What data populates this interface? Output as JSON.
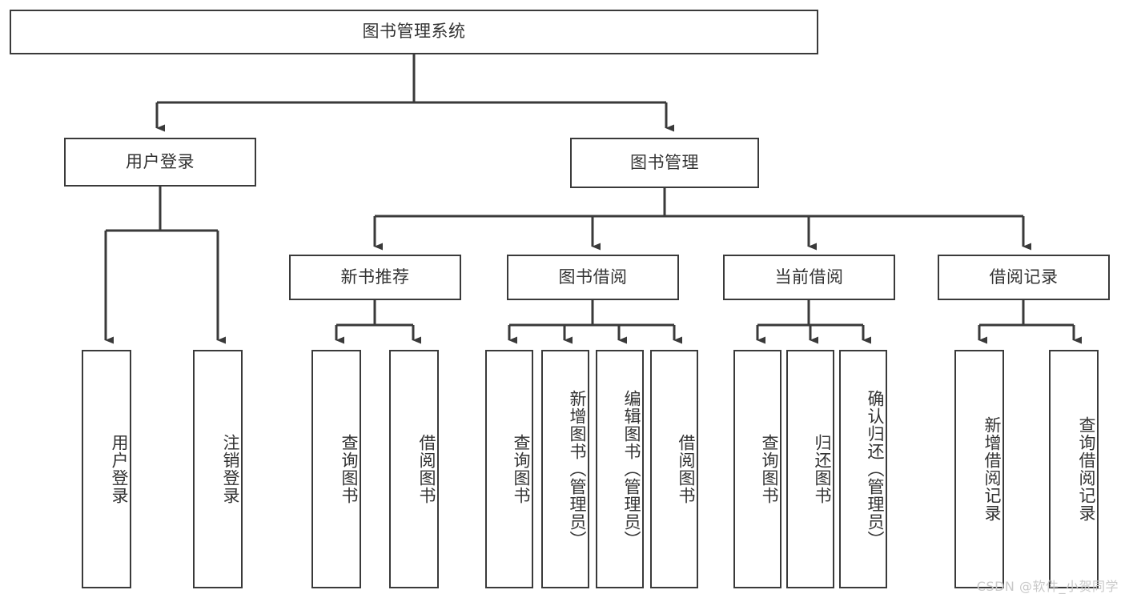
{
  "diagram": {
    "title": "图书管理系统",
    "type": "tree",
    "root": {
      "id": "root",
      "label": "图书管理系统"
    },
    "level1": [
      {
        "id": "user-login",
        "label": "用户登录"
      },
      {
        "id": "book-manage",
        "label": "图书管理"
      }
    ],
    "level2": [
      {
        "id": "new-book-rec",
        "label": "新书推荐",
        "parent": "book-manage"
      },
      {
        "id": "book-borrow",
        "label": "图书借阅",
        "parent": "book-manage"
      },
      {
        "id": "current-borrow",
        "label": "当前借阅",
        "parent": "book-manage"
      },
      {
        "id": "borrow-record",
        "label": "借阅记录",
        "parent": "book-manage"
      }
    ],
    "leaves": [
      {
        "id": "leaf-user-login",
        "label": "用户登录",
        "parent": "user-login"
      },
      {
        "id": "leaf-logout",
        "label": "注销登录",
        "parent": "user-login"
      },
      {
        "id": "leaf-query-book-1",
        "label": "查询图书",
        "parent": "new-book-rec"
      },
      {
        "id": "leaf-borrow-book-1",
        "label": "借阅图书",
        "parent": "new-book-rec"
      },
      {
        "id": "leaf-query-book-2",
        "label": "查询图书",
        "parent": "book-borrow"
      },
      {
        "id": "leaf-add-book",
        "label": "新增图书（管理员）",
        "parent": "book-borrow"
      },
      {
        "id": "leaf-edit-book",
        "label": "编辑图书（管理员）",
        "parent": "book-borrow"
      },
      {
        "id": "leaf-borrow-book-2",
        "label": "借阅图书",
        "parent": "book-borrow"
      },
      {
        "id": "leaf-query-book-3",
        "label": "查询图书",
        "parent": "current-borrow"
      },
      {
        "id": "leaf-return-book",
        "label": "归还图书",
        "parent": "current-borrow"
      },
      {
        "id": "leaf-confirm-return",
        "label": "确认归还（管理员）",
        "parent": "current-borrow"
      },
      {
        "id": "leaf-add-record",
        "label": "新增借阅记录",
        "parent": "borrow-record"
      },
      {
        "id": "leaf-query-record",
        "label": "查询借阅记录",
        "parent": "borrow-record"
      }
    ],
    "colors": {
      "stroke": "#3a3a3a",
      "text": "#333333",
      "background": "#ffffff",
      "watermark": "#c9c9c9"
    }
  },
  "watermark": {
    "text": "CSDN @软件_小贺同学"
  }
}
